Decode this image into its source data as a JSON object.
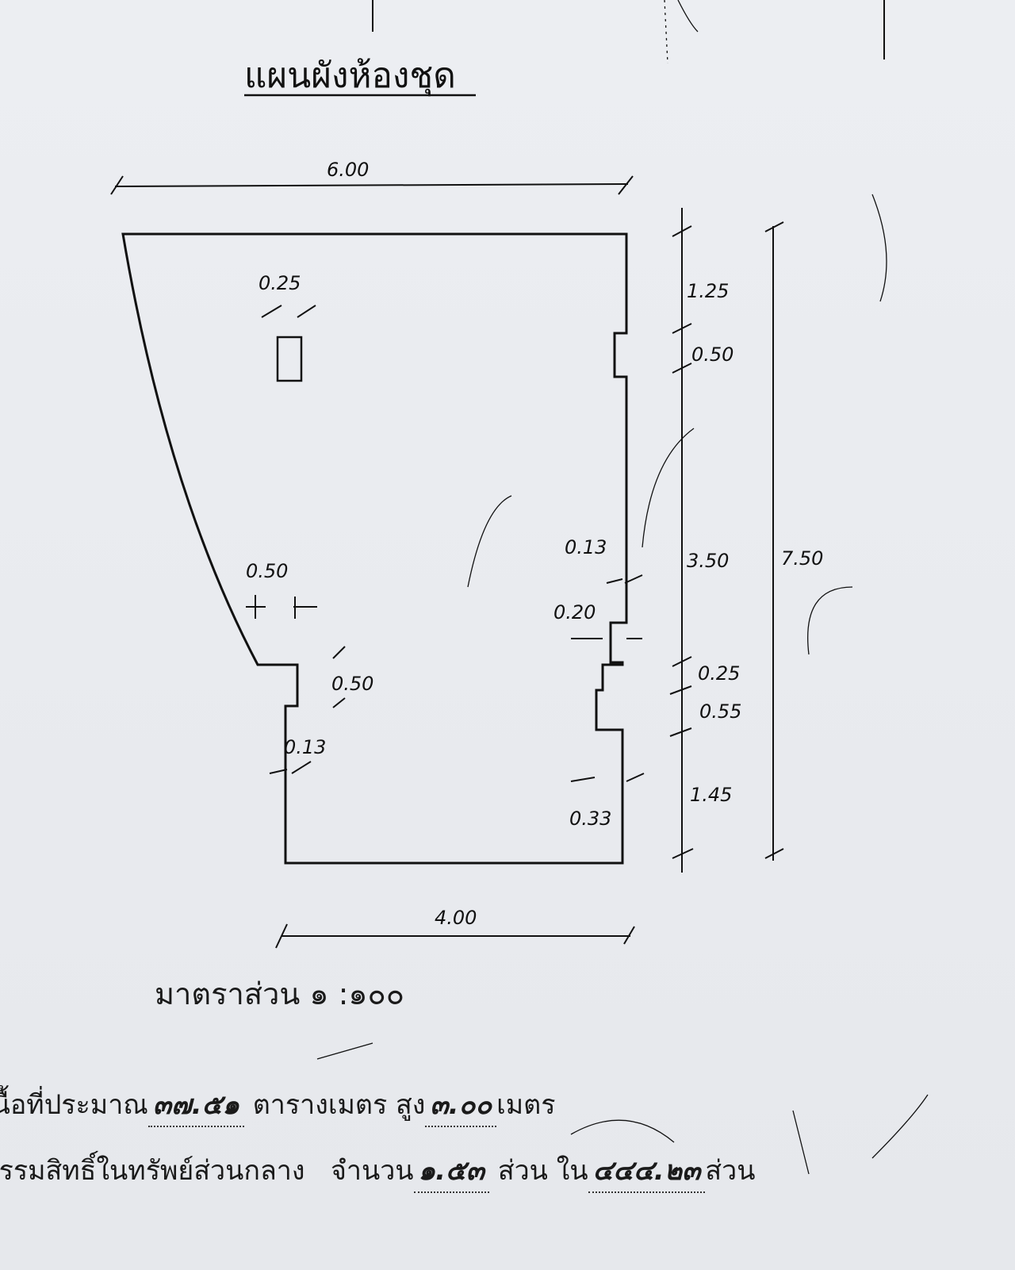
{
  "title": "แผนผังห้องชุด",
  "dimensions": {
    "top_width": "6.00",
    "bottom_width": "4.00",
    "total_height": "7.50",
    "right_segments": [
      "1.25",
      "0.50",
      "3.50",
      "0.25",
      "0.55",
      "1.45"
    ],
    "right_offsets": [
      "0.13",
      "0.20",
      "0.33"
    ],
    "left_offsets": [
      "0.50",
      "0.50",
      "0.13"
    ],
    "column_width": "0.25"
  },
  "scale": {
    "label": "มาตราส่วน",
    "value": "๑ :๑๐๐"
  },
  "area_line": {
    "prefix": "เนื้อที่ประมาณ",
    "area": "๓๗.๕๑",
    "unit": "ตารางเมตร",
    "height_label": "สูง",
    "height": "๓.๐๐",
    "height_unit": "เมตร"
  },
  "ownership_line": {
    "prefix": "กรรมสิทธิ์ในทรัพย์ส่วนกลาง",
    "amount_label": "จำนวน",
    "amount": "๑.๕๓",
    "unit": "ส่วน",
    "in_label": "ใน",
    "total": "๔๔๔.๒๓",
    "unit2": "ส่วน"
  }
}
